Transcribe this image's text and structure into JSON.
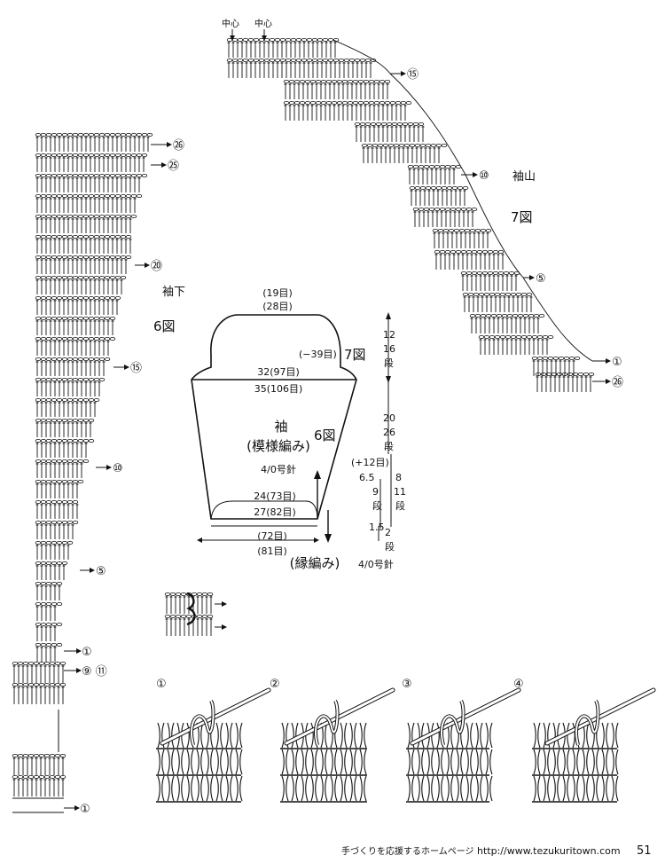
{
  "top_chart": {
    "center_labels": [
      "中心",
      "中心"
    ],
    "row_markers": [
      "⑮",
      "⑩",
      "⑤",
      "①",
      "㉖"
    ],
    "title": "袖山",
    "figure": "7図"
  },
  "left_chart": {
    "row_markers": [
      "㉖",
      "㉕",
      "⑳",
      "⑮",
      "⑩",
      "⑤",
      "①",
      "⑨ ⑪",
      "①"
    ],
    "title": "袖下",
    "figure": "6図"
  },
  "schematic": {
    "top_stitches_a": "(19目)",
    "top_stitches_b": "(28目)",
    "cap_decrease": "(−39目)",
    "cap_figure": "7図",
    "width_a": "32(97目)",
    "width_b": "35(106目)",
    "name": "袖",
    "pattern": "(模様編み)",
    "body_figure": "6図",
    "needle": "4/0号針",
    "cuff_width_a": "24(73目)",
    "cuff_width_b": "27(82目)",
    "edge_stitches_a": "(72目)",
    "edge_stitches_b": "(81目)",
    "edge_pattern": "(縁編み)",
    "edge_needle": "4/0号針",
    "cap_height": [
      "12",
      "16",
      "段"
    ],
    "body_height": [
      "20",
      "26",
      "段"
    ],
    "increase": "(+12目)",
    "inc_a": [
      "6.5",
      "9",
      "段"
    ],
    "inc_b": [
      "8",
      "11",
      "段"
    ],
    "edge_height_a": "1.5",
    "edge_height_b": [
      "2",
      "段"
    ]
  },
  "steps": [
    "①",
    "②",
    "③",
    "④"
  ],
  "footer": {
    "site_note": "手づくりを応援するホームページ",
    "url": "http://www.tezukuritown.com",
    "page": "51"
  }
}
